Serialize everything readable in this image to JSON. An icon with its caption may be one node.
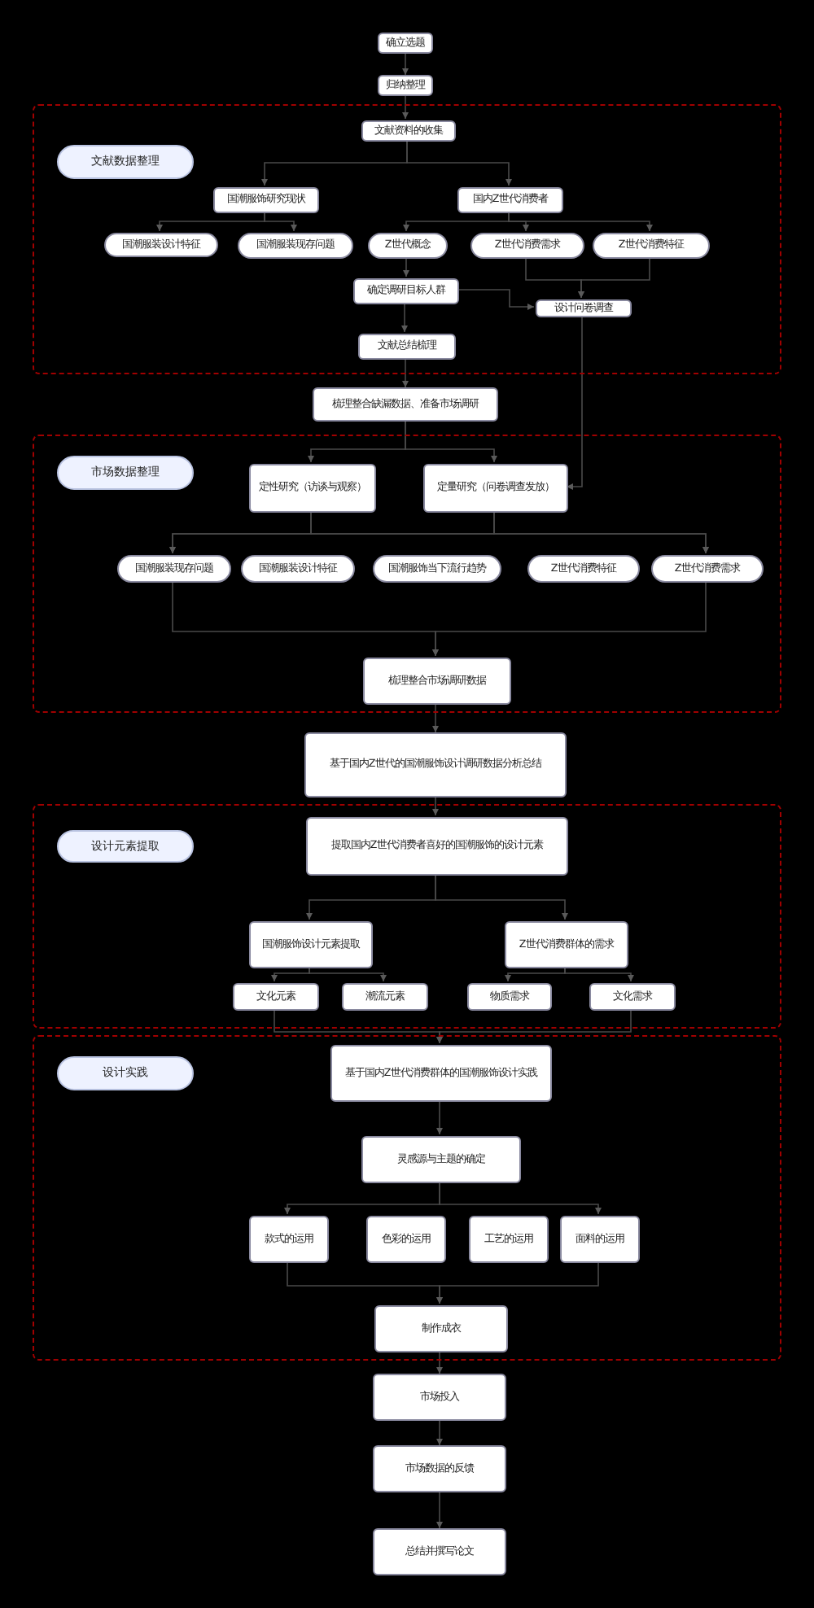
{
  "diagram": {
    "nodes": [
      {
        "text": [
          "确立选题"
        ]
      },
      {
        "text": [
          "归纳整理"
        ]
      },
      {
        "text": [],
        "shape": "box"
      },
      {
        "text": [
          "文献资料的收集"
        ],
        "in": 2
      },
      {
        "text": [
          "文献数据整理"
        ],
        "in": 2
      },
      {
        "text": [
          "国潮服饰研究现状"
        ],
        "in": 2
      },
      {
        "text": [
          "国内Z世代消费者"
        ],
        "in": 2
      },
      {
        "text": [
          "国潮服装设计特征"
        ],
        "in": 2
      },
      {
        "text": [
          "国潮服装现存问题"
        ],
        "in": 2
      },
      {
        "text": [
          "Z世代概念"
        ],
        "in": 2
      },
      {
        "text": [
          "Z世代消费需求"
        ],
        "in": 2
      },
      {
        "text": [
          "Z世代消费特征"
        ],
        "in": 2
      },
      {
        "text": [
          "确定调研目标人群"
        ],
        "in": 2
      },
      {
        "text": [
          "设计问卷调查"
        ],
        "in": 2
      },
      {
        "text": [
          "文献总结梳理"
        ],
        "in": 2
      },
      {
        "text": [
          "梳理整合缺漏数据、准备市场调研"
        ]
      },
      {
        "text": [],
        "shape": "box"
      },
      {
        "text": [
          "市场数据整理"
        ],
        "in": 16
      },
      {
        "text": [
          "定性研究（访谈与观察）"
        ],
        "in": 16
      },
      {
        "text": [
          "定量研究（问卷调查发放）"
        ],
        "in": 16
      },
      {
        "text": [
          "国潮服装现存问题"
        ],
        "in": 16
      },
      {
        "text": [
          "国潮服装设计特征"
        ],
        "in": 16
      },
      {
        "text": [
          "国潮服饰当下流行趋势"
        ],
        "in": 16
      },
      {
        "text": [
          "Z世代消费特征"
        ],
        "in": 16
      },
      {
        "text": [
          "Z世代消费需求"
        ],
        "in": 16
      },
      {
        "text": [
          "梳理整合市场调研数据"
        ],
        "in": 16
      },
      {
        "text": [
          "基于国内Z世代的国潮服饰设计调研数据分析总结"
        ]
      },
      {
        "text": [],
        "shape": "box"
      },
      {
        "text": [
          "提取国内Z世代消费者喜好的国潮服饰的设计元素"
        ],
        "in": 27
      },
      {
        "text": [
          "设计元素提取"
        ],
        "in": 27
      },
      {
        "text": [
          "国潮服饰设计元素提取"
        ],
        "in": 27
      },
      {
        "text": [
          "Z世代消费群体的需求"
        ],
        "in": 27
      },
      {
        "text": [
          "文化元素"
        ],
        "in": 27
      },
      {
        "text": [
          "潮流元素"
        ],
        "in": 27
      },
      {
        "text": [
          "物质需求"
        ],
        "in": 27
      },
      {
        "text": [
          "文化需求"
        ],
        "in": 27
      },
      {
        "text": [],
        "shape": "box"
      },
      {
        "text": [
          "设计实践"
        ],
        "in": 36
      },
      {
        "text": [
          "基于国内Z世代消费群体的国潮服饰设计实践"
        ],
        "in": 36
      },
      {
        "text": [
          "灵感源与主题的确定"
        ],
        "in": 36
      },
      {
        "text": [
          "款式的运用"
        ],
        "in": 36
      },
      {
        "text": [
          "色彩的运用"
        ],
        "in": 36
      },
      {
        "text": [
          "工艺的运用"
        ],
        "in": 36
      },
      {
        "text": [
          "面料的运用"
        ],
        "in": 36
      },
      {
        "text": [
          "制作成衣"
        ],
        "in": 36
      },
      {
        "text": [
          "市场投入"
        ]
      },
      {
        "text": [
          "市场数据的反馈"
        ]
      },
      {
        "text": [
          "总结并撰写论文"
        ]
      }
    ],
    "edges": [
      {
        "from": 0,
        "to": 1,
        "arrow": "to"
      },
      {
        "from": 1,
        "to": 3,
        "arrow": "to"
      },
      {
        "from": 3,
        "to": 5,
        "arrow": "to"
      },
      {
        "from": 3,
        "to": 6,
        "arrow": "to"
      },
      {
        "from": 5,
        "to": 7,
        "arrow": "to"
      },
      {
        "from": 5,
        "to": 8,
        "arrow": "to"
      },
      {
        "from": 6,
        "to": 9,
        "arrow": "to"
      },
      {
        "from": 6,
        "to": 10,
        "arrow": "to"
      },
      {
        "from": 6,
        "to": 11,
        "arrow": "to"
      },
      {
        "from": 9,
        "to": 12,
        "arrow": "to"
      },
      {
        "from": 12,
        "to": 13,
        "arrow": "to"
      },
      {
        "from": 10,
        "to": 13,
        "arrow": "to"
      },
      {
        "from": 11,
        "to": 13,
        "arrow": "to"
      },
      {
        "from": 12,
        "to": 14,
        "arrow": "to"
      },
      {
        "from": 14,
        "to": 15,
        "arrow": "to"
      },
      {
        "from": 15,
        "to": 18,
        "arrow": "to"
      },
      {
        "from": 15,
        "to": 19,
        "arrow": "to"
      },
      {
        "from": 13,
        "to": 19,
        "arrow": "to"
      },
      {
        "from": 18,
        "to": 20,
        "arrow": "to"
      },
      {
        "from": 18,
        "to": 24,
        "arrow": "to"
      },
      {
        "from": 19,
        "to": 20,
        "arrow": "to"
      },
      {
        "from": 19,
        "to": 24,
        "arrow": "to"
      },
      {
        "from": 20,
        "to": 25,
        "arrow": "to"
      },
      {
        "from": 24,
        "to": 25,
        "arrow": "to"
      },
      {
        "from": 25,
        "to": 26,
        "arrow": "to"
      },
      {
        "from": 26,
        "to": 28,
        "arrow": "to"
      },
      {
        "from": 28,
        "to": 30,
        "arrow": "to"
      },
      {
        "from": 28,
        "to": 31,
        "arrow": "to"
      },
      {
        "from": 30,
        "to": 32,
        "arrow": "to"
      },
      {
        "from": 30,
        "to": 33,
        "arrow": "to"
      },
      {
        "from": 31,
        "to": 34,
        "arrow": "to"
      },
      {
        "from": 31,
        "to": 35,
        "arrow": "to"
      },
      {
        "from": 32,
        "to": 38,
        "arrow": "to"
      },
      {
        "from": 35,
        "to": 38,
        "arrow": "to"
      },
      {
        "from": 38,
        "to": 39,
        "arrow": "to"
      },
      {
        "from": 39,
        "to": 40,
        "arrow": "to"
      },
      {
        "from": 39,
        "to": 43,
        "arrow": "to"
      },
      {
        "from": 40,
        "to": 44,
        "arrow": "to"
      },
      {
        "from": 43,
        "to": 44,
        "arrow": "to"
      },
      {
        "from": 44,
        "to": 45,
        "arrow": "to"
      },
      {
        "from": 45,
        "to": 46,
        "arrow": "to"
      },
      {
        "from": 46,
        "to": 47,
        "arrow": "to"
      }
    ]
  }
}
